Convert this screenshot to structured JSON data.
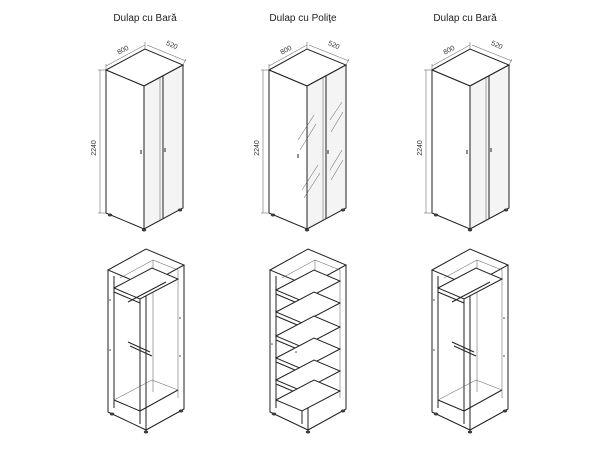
{
  "cabinets": [
    {
      "title": "Dulap cu Bară",
      "width": "800",
      "depth": "520",
      "height": "2240",
      "type": "rail"
    },
    {
      "title": "Dulap cu Poliţe",
      "width": "800",
      "depth": "520",
      "height": "2240",
      "type": "shelves"
    },
    {
      "title": "Dulap cu Bară",
      "width": "800",
      "depth": "520",
      "height": "2240",
      "type": "rail"
    }
  ],
  "colors": {
    "line": "#222222",
    "dimension": "#555555",
    "background": "#ffffff"
  }
}
